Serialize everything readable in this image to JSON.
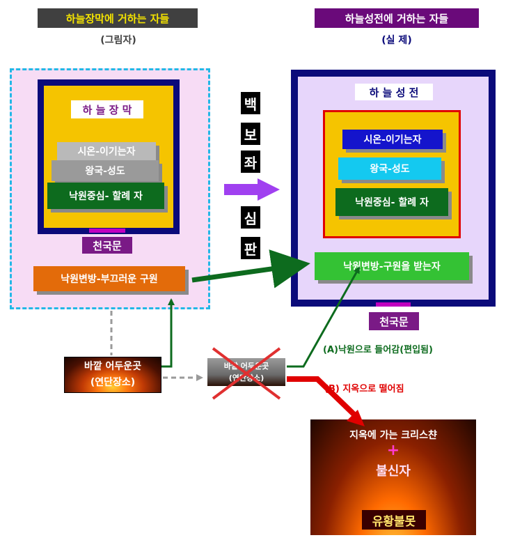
{
  "header": {
    "left_title": "하늘장막에 거하는 자들",
    "left_sub": "(그림자)",
    "right_title": "하늘성전에 거하는 자들",
    "right_sub": "(실 제)"
  },
  "left_panel": {
    "title": "하 늘 장 막",
    "levels": [
      "시온-이기는자",
      "왕국-성도",
      "낙원중심- 할례 자"
    ],
    "gate": "천국문",
    "outside_box": "낙원변방-부끄러운 구원"
  },
  "right_panel": {
    "title": "하 늘 성 전",
    "levels": [
      "시온-이기는자",
      "왕국-성도",
      "낙원중심- 할례 자"
    ],
    "gate": "천국문",
    "outside_box": "낙원변방-구원을 받는자"
  },
  "middle": {
    "vertical_chars": [
      "백",
      "보",
      "좌",
      "심",
      "판"
    ]
  },
  "bottom": {
    "dark_place_line1": "바깥 어두운곳",
    "dark_place_line2": "(연단장소)",
    "crossed_line1": "바깥 어두운곳",
    "crossed_line2": "(연단장소)",
    "path_a": "(A)낙원으로 들어감(편입됨)",
    "path_b": "(B) 지옥으로 떨어짐",
    "hell_line1": "지옥에 가는 크리스챤",
    "hell_plus": "+",
    "hell_line2": "불신자",
    "hell_line3": "유황불못"
  },
  "colors": {
    "dark_gray": "#404040",
    "purple": "#6a0a7a",
    "navy": "#0b0b7a",
    "gold": "#f5c400",
    "lavender": "#e7d6fb",
    "pink_panel": "#f7dcf5",
    "cyan_dash": "#22b8e6",
    "green_dark": "#0d6b1e",
    "green_bright": "#34c234",
    "orange": "#e36b0a",
    "blue_box": "#1414cc",
    "cyan_box": "#14c9f0",
    "red": "#e00000",
    "magenta": "#c000c0"
  }
}
